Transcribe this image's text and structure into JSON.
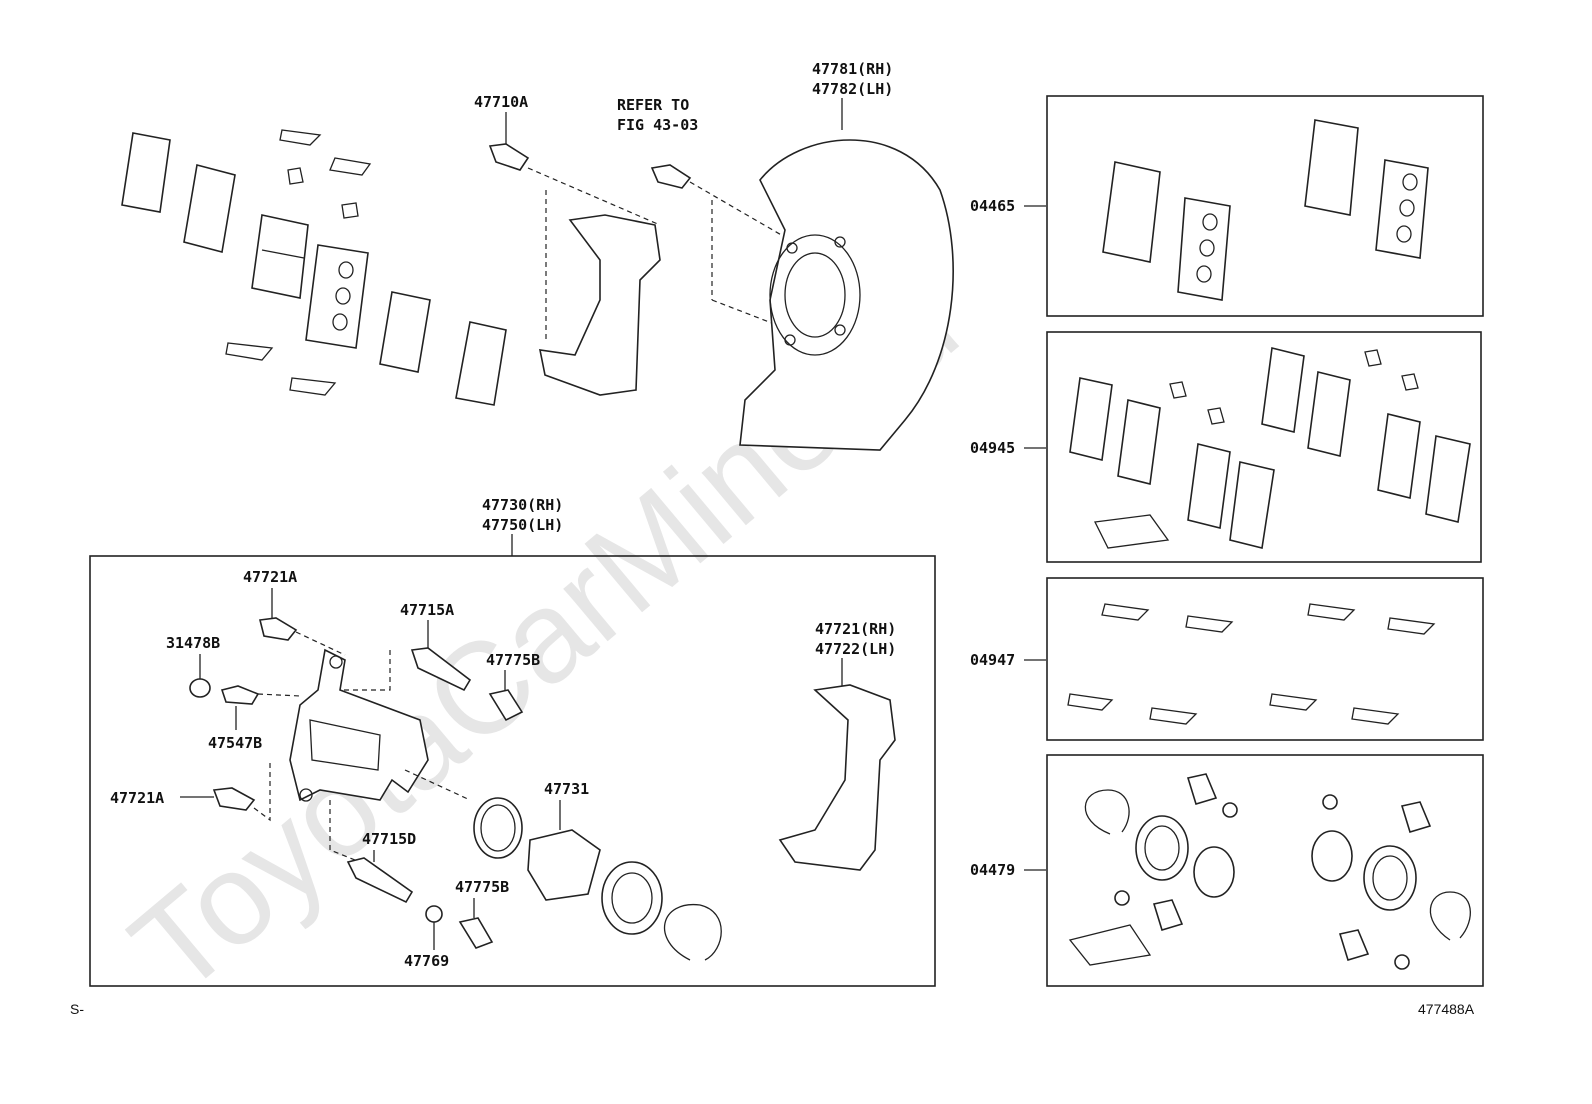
{
  "watermark": "ToyotaCarMine.ru",
  "labels": {
    "bolt_47710A": "47710A",
    "refer_to_l1": "REFER TO",
    "refer_to_l2": "FIG 43-03",
    "dust_cover_rh": "47781(RH)",
    "dust_cover_lh": "47782(LH)",
    "caliper_rh": "47730(RH)",
    "caliper_lh": "47750(LH)",
    "bleeder_top": "47721A",
    "cap_31478B": "31478B",
    "bleeder_47547B": "47547B",
    "bleeder_left": "47721A",
    "pin_47715A": "47715A",
    "boot_upper": "47775B",
    "piston_47731": "47731",
    "pin_47715D": "47715D",
    "boot_lower": "47775B",
    "bush_47769": "47769",
    "mount_rh": "47721(RH)",
    "mount_lh": "47722(LH)"
  },
  "kits": {
    "pad_kit": "04465",
    "pad_shim_kit": "04945",
    "fitting_kit": "04947",
    "cylinder_kit": "04479"
  },
  "footer": {
    "left": "S-",
    "right": "477488A"
  }
}
